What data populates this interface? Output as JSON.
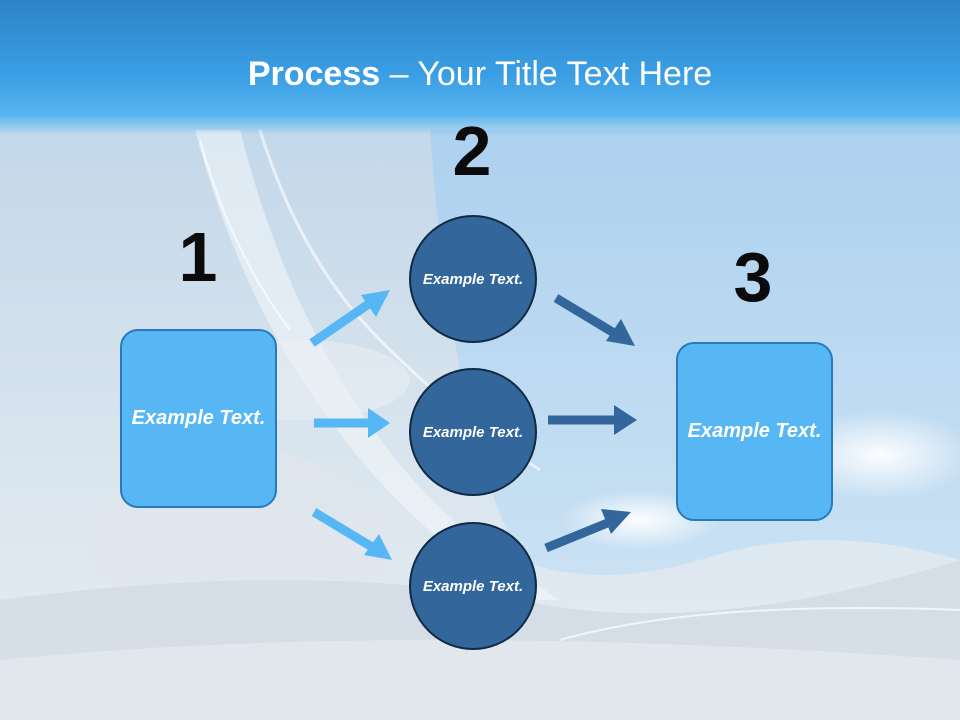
{
  "title": {
    "bold": "Process",
    "rest": " – Your Title Text Here"
  },
  "steps": {
    "one": "1",
    "two": "2",
    "three": "3"
  },
  "left_box": {
    "text": "Example Text."
  },
  "right_box": {
    "text": "Example Text."
  },
  "circles": [
    {
      "text": "Example Text."
    },
    {
      "text": "Example Text."
    },
    {
      "text": "Example Text."
    }
  ],
  "colors": {
    "light_arrow": "#56b7f4",
    "dark_arrow": "#33669a",
    "box_fill": "#56b7f4",
    "circle_fill": "#33669a"
  }
}
